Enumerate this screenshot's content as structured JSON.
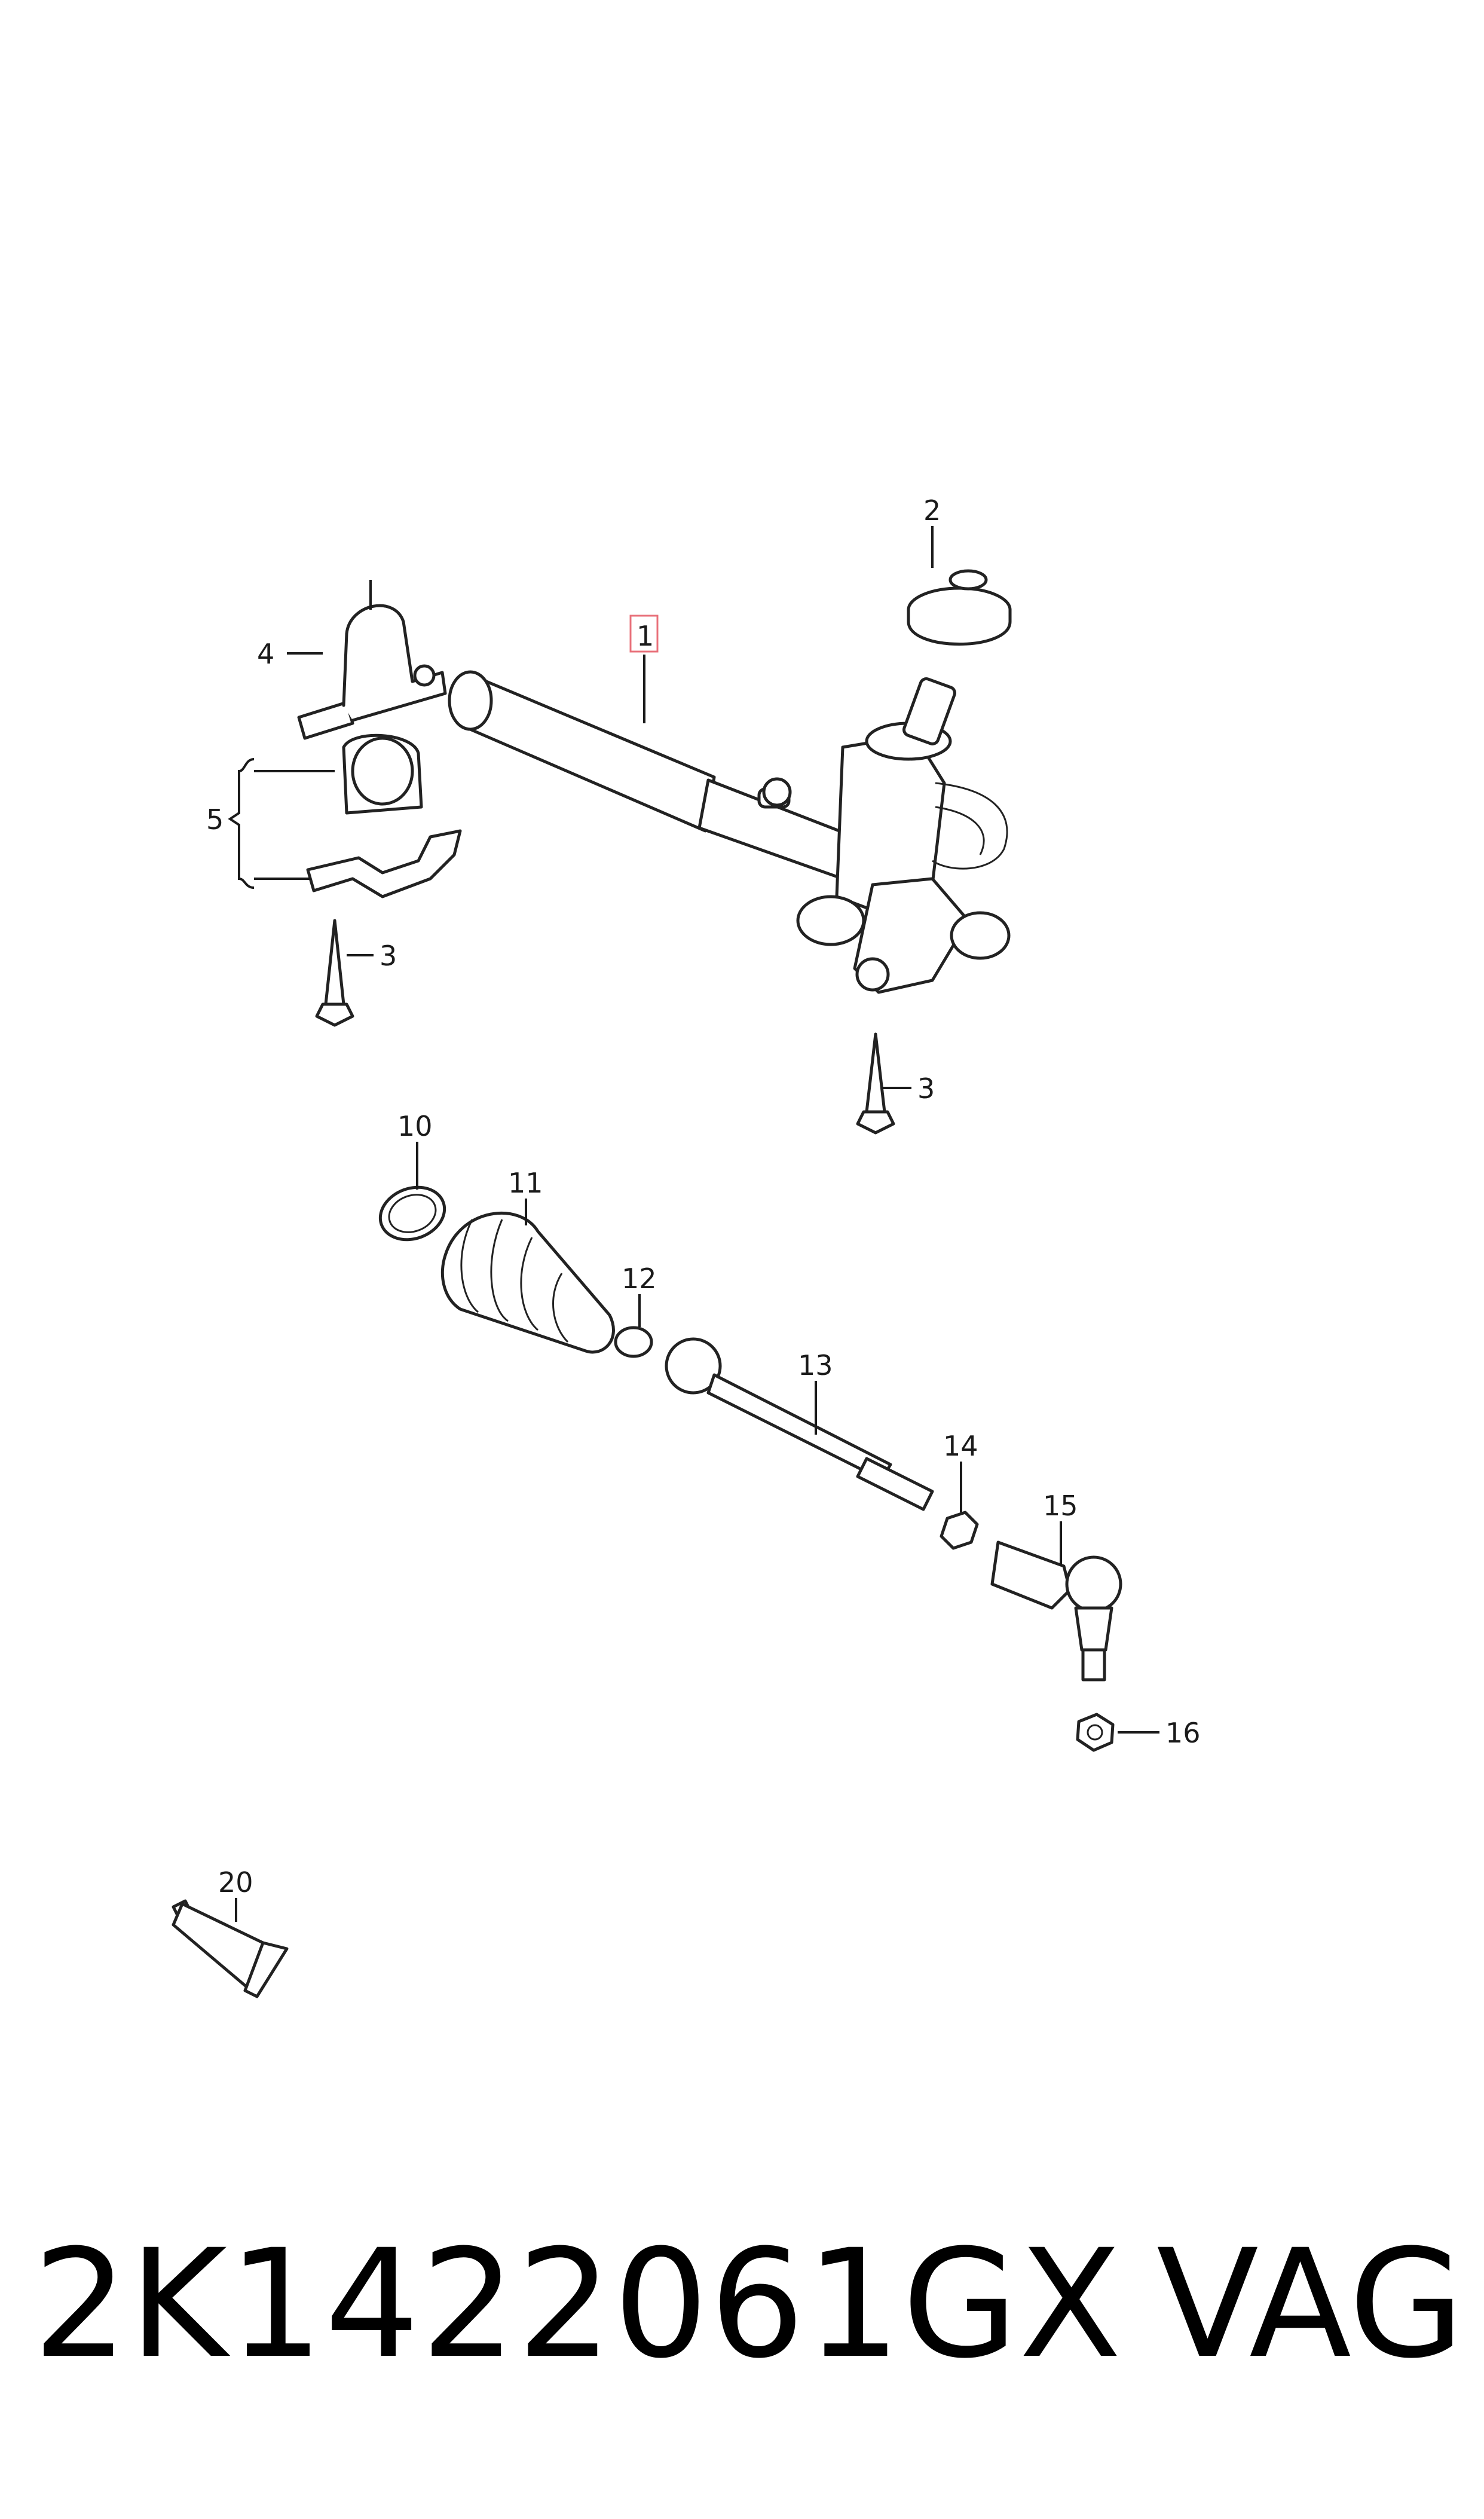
{
  "diagram": {
    "callouts": [
      "1",
      "2",
      "3",
      "3",
      "4",
      "5",
      "10",
      "11",
      "12",
      "13",
      "14",
      "15",
      "16",
      "20"
    ]
  },
  "footer": {
    "part_number": "2K1422061GX",
    "brand": "VAG"
  }
}
